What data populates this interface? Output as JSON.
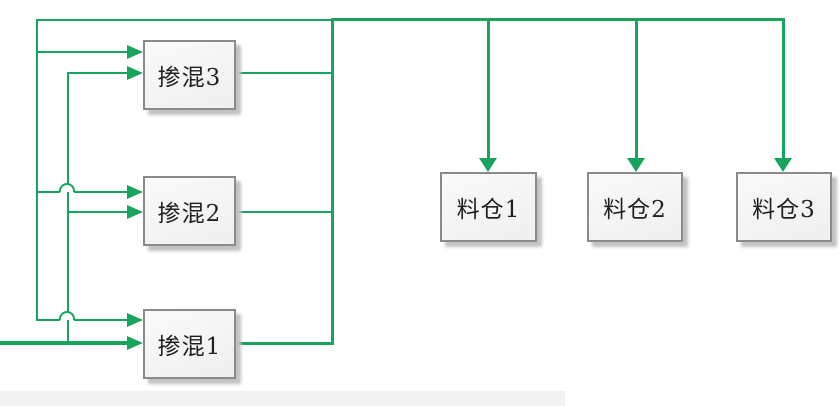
{
  "diagram": {
    "title": "",
    "colors": {
      "line": "#18a45c",
      "boxFill": "#f5f5f5",
      "boxBorder": "#8a8a8a",
      "text": "#1f1f1f",
      "shadow": "#c2c2c2",
      "bg": "#ffffff"
    },
    "icons": {
      "arrow_right": "triangle-right",
      "arrow_down": "triangle-down",
      "line_jump": "semicircle-hop"
    },
    "nodes": [
      {
        "id": "blend3",
        "label": "掺混3",
        "type": "blending-unit"
      },
      {
        "id": "blend2",
        "label": "掺混2",
        "type": "blending-unit"
      },
      {
        "id": "blend1",
        "label": "掺混1",
        "type": "blending-unit"
      },
      {
        "id": "silo1",
        "label": "料仓1",
        "type": "storage-bin"
      },
      {
        "id": "silo2",
        "label": "料仓2",
        "type": "storage-bin"
      },
      {
        "id": "silo3",
        "label": "料仓3",
        "type": "storage-bin"
      }
    ],
    "edges": [
      {
        "from": "left-riser-A",
        "to": "掺混3",
        "arrow": "right"
      },
      {
        "from": "left-riser-B",
        "to": "掺混3",
        "arrow": "right"
      },
      {
        "from": "left-riser-A",
        "to": "掺混2",
        "arrow": "right",
        "jump_over": "left-riser-B"
      },
      {
        "from": "left-riser-B",
        "to": "掺混2",
        "arrow": "right"
      },
      {
        "from": "left-riser-A",
        "to": "掺混1",
        "arrow": "right",
        "jump_over": "left-riser-B"
      },
      {
        "from": "bottom-feed-left-edge",
        "to": "掺混1",
        "arrow": "right"
      },
      {
        "from": "掺混3",
        "to": "collector-riser",
        "arrow": "none"
      },
      {
        "from": "掺混2",
        "to": "collector-riser",
        "arrow": "none"
      },
      {
        "from": "掺混1",
        "to": "collector-riser",
        "arrow": "none"
      },
      {
        "from": "collector-riser",
        "to": "料仓1",
        "arrow": "down"
      },
      {
        "from": "collector-riser",
        "to": "料仓2",
        "arrow": "down"
      },
      {
        "from": "collector-riser",
        "to": "料仓3",
        "arrow": "down"
      }
    ]
  }
}
